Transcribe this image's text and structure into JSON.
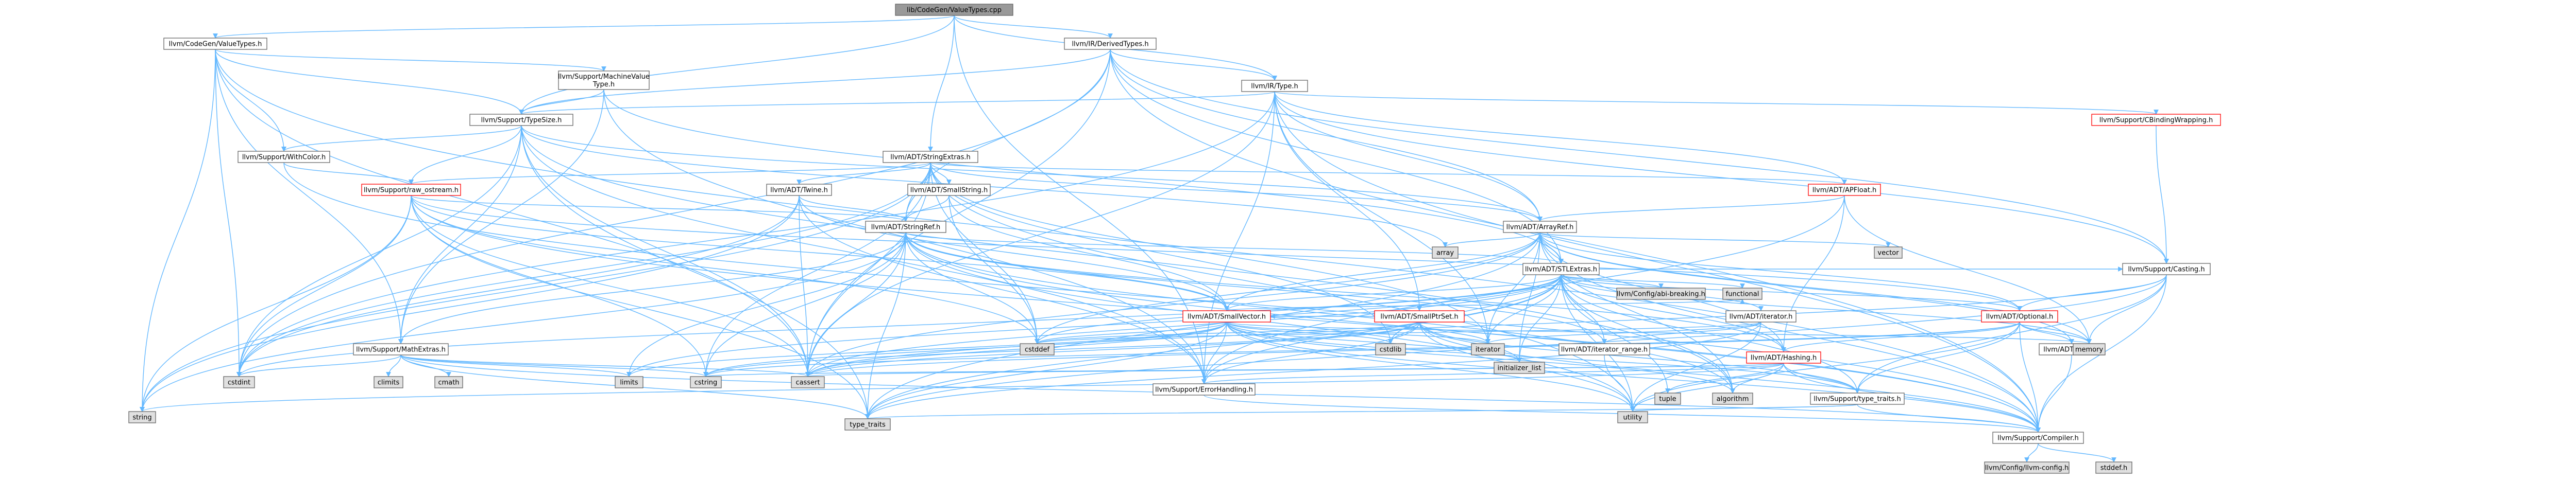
{
  "colors": {
    "root_fill": "#999999",
    "node_fill": "#ffffff",
    "system_fill": "#e0e0e0",
    "node_border": "#666666",
    "truncated_border": "#ff0000",
    "edge": "#63b8ff"
  },
  "nodes": [
    {
      "id": "root",
      "label": "lib/CodeGen/ValueTypes.cpp",
      "kind": "root"
    },
    {
      "id": "cgvt",
      "label": "llvm/CodeGen/ValueTypes.h",
      "kind": "node"
    },
    {
      "id": "derived",
      "label": "llvm/IR/DerivedTypes.h",
      "kind": "node"
    },
    {
      "id": "mvt",
      "label": "llvm/Support/MachineValue",
      "label2": "Type.h",
      "kind": "node"
    },
    {
      "id": "irtype",
      "label": "llvm/IR/Type.h",
      "kind": "node"
    },
    {
      "id": "typesize",
      "label": "llvm/Support/TypeSize.h",
      "kind": "node"
    },
    {
      "id": "cbw",
      "label": "llvm/Support/CBindingWrapping.h",
      "kind": "trunc"
    },
    {
      "id": "withcolor",
      "label": "llvm/Support/WithColor.h",
      "kind": "node"
    },
    {
      "id": "strext",
      "label": "llvm/ADT/StringExtras.h",
      "kind": "node"
    },
    {
      "id": "apfloat",
      "label": "llvm/ADT/APFloat.h",
      "kind": "trunc"
    },
    {
      "id": "rawos",
      "label": "llvm/Support/raw_ostream.h",
      "kind": "trunc"
    },
    {
      "id": "twine",
      "label": "llvm/ADT/Twine.h",
      "kind": "node"
    },
    {
      "id": "smallstr",
      "label": "llvm/ADT/SmallString.h",
      "kind": "node"
    },
    {
      "id": "arrayref",
      "label": "llvm/ADT/ArrayRef.h",
      "kind": "node"
    },
    {
      "id": "stringref",
      "label": "llvm/ADT/StringRef.h",
      "kind": "node"
    },
    {
      "id": "array",
      "label": "array",
      "kind": "sys"
    },
    {
      "id": "vector",
      "label": "vector",
      "kind": "sys"
    },
    {
      "id": "stlext",
      "label": "llvm/ADT/STLExtras.h",
      "kind": "node"
    },
    {
      "id": "casting",
      "label": "llvm/Support/Casting.h",
      "kind": "node"
    },
    {
      "id": "cfgabi",
      "label": "llvm/Config/abi-breaking.h",
      "kind": "sys"
    },
    {
      "id": "functional",
      "label": "functional",
      "kind": "sys"
    },
    {
      "id": "smallvec",
      "label": "llvm/ADT/SmallVector.h",
      "kind": "trunc"
    },
    {
      "id": "smallptrset",
      "label": "llvm/ADT/SmallPtrSet.h",
      "kind": "trunc"
    },
    {
      "id": "iterator",
      "label": "llvm/ADT/iterator.h",
      "kind": "node"
    },
    {
      "id": "optional",
      "label": "llvm/ADT/Optional.h",
      "kind": "trunc"
    },
    {
      "id": "mathext",
      "label": "llvm/Support/MathExtras.h",
      "kind": "node"
    },
    {
      "id": "itrange",
      "label": "llvm/ADT/iterator_range.h",
      "kind": "node"
    },
    {
      "id": "hashing",
      "label": "llvm/ADT/Hashing.h",
      "kind": "trunc"
    },
    {
      "id": "none",
      "label": "llvm/ADT/None.h",
      "kind": "node"
    },
    {
      "id": "errh",
      "label": "llvm/Support/ErrorHandling.h",
      "kind": "node"
    },
    {
      "id": "typetraits",
      "label": "llvm/Support/type_traits.h",
      "kind": "node"
    },
    {
      "id": "compiler",
      "label": "llvm/Support/Compiler.h",
      "kind": "node"
    },
    {
      "id": "llvmcfg",
      "label": "llvm/Config/llvm-config.h",
      "kind": "sys"
    },
    {
      "id": "stddef",
      "label": "stddef.h",
      "kind": "sys"
    },
    {
      "id": "cstddef",
      "label": "cstddef",
      "kind": "sys"
    },
    {
      "id": "cstdint",
      "label": "cstdint",
      "kind": "sys"
    },
    {
      "id": "cassert",
      "label": "cassert",
      "kind": "sys"
    },
    {
      "id": "cstring",
      "label": "cstring",
      "kind": "sys"
    },
    {
      "id": "string",
      "label": "string",
      "kind": "sys"
    },
    {
      "id": "utility",
      "label": "utility",
      "kind": "sys"
    },
    {
      "id": "memory",
      "label": "memory",
      "kind": "sys"
    },
    {
      "id": "type_traits",
      "label": "type_traits",
      "kind": "sys"
    },
    {
      "id": "iterator_h",
      "label": "iterator",
      "kind": "sys"
    },
    {
      "id": "cstdlib",
      "label": "cstdlib",
      "kind": "sys"
    },
    {
      "id": "initlist",
      "label": "initializer_list",
      "kind": "sys"
    },
    {
      "id": "algorithm",
      "label": "algorithm",
      "kind": "sys"
    },
    {
      "id": "tuple",
      "label": "tuple",
      "kind": "sys"
    },
    {
      "id": "limits",
      "label": "limits",
      "kind": "sys"
    },
    {
      "id": "climits",
      "label": "climits",
      "kind": "sys"
    },
    {
      "id": "cmath",
      "label": "cmath",
      "kind": "sys"
    }
  ],
  "edges": [
    [
      "root",
      "cgvt"
    ],
    [
      "root",
      "derived"
    ],
    [
      "root",
      "irtype"
    ],
    [
      "root",
      "typesize"
    ],
    [
      "root",
      "strext"
    ],
    [
      "root",
      "errh"
    ],
    [
      "cgvt",
      "mvt"
    ],
    [
      "cgvt",
      "typesize"
    ],
    [
      "cgvt",
      "withcolor"
    ],
    [
      "cgvt",
      "mathext"
    ],
    [
      "cgvt",
      "cassert"
    ],
    [
      "cgvt",
      "cstdint"
    ],
    [
      "cgvt",
      "string"
    ],
    [
      "cgvt",
      "compiler"
    ],
    [
      "derived",
      "irtype"
    ],
    [
      "derived",
      "arrayref"
    ],
    [
      "derived",
      "stlext"
    ],
    [
      "derived",
      "stringref"
    ],
    [
      "derived",
      "typesize"
    ],
    [
      "derived",
      "casting"
    ],
    [
      "derived",
      "compiler"
    ],
    [
      "derived",
      "cassert"
    ],
    [
      "derived",
      "cstdint"
    ],
    [
      "mvt",
      "typesize"
    ],
    [
      "mvt",
      "errh"
    ],
    [
      "mvt",
      "mathext"
    ],
    [
      "mvt",
      "stlext"
    ],
    [
      "irtype",
      "arrayref"
    ],
    [
      "irtype",
      "cbw"
    ],
    [
      "irtype",
      "casting"
    ],
    [
      "irtype",
      "compiler"
    ],
    [
      "irtype",
      "errh"
    ],
    [
      "irtype",
      "typesize"
    ],
    [
      "irtype",
      "cassert"
    ],
    [
      "irtype",
      "cstdint"
    ],
    [
      "irtype",
      "iterator_h"
    ],
    [
      "irtype",
      "apfloat"
    ],
    [
      "irtype",
      "smallptrset"
    ],
    [
      "typesize",
      "errh"
    ],
    [
      "typesize",
      "mathext"
    ],
    [
      "typesize",
      "rawos"
    ],
    [
      "typesize",
      "withcolor"
    ],
    [
      "typesize",
      "algorithm"
    ],
    [
      "typesize",
      "array"
    ],
    [
      "typesize",
      "cassert"
    ],
    [
      "typesize",
      "cstdint"
    ],
    [
      "typesize",
      "type_traits"
    ],
    [
      "typesize",
      "arrayref"
    ],
    [
      "cbw",
      "casting"
    ],
    [
      "withcolor",
      "rawos"
    ],
    [
      "withcolor",
      "compiler"
    ],
    [
      "strext",
      "apfloat"
    ],
    [
      "strext",
      "arrayref"
    ],
    [
      "strext",
      "smallstr"
    ],
    [
      "strext",
      "stringref"
    ],
    [
      "strext",
      "twine"
    ],
    [
      "strext",
      "cassert"
    ],
    [
      "strext",
      "cstddef"
    ],
    [
      "strext",
      "cstdint"
    ],
    [
      "strext",
      "cstdlib"
    ],
    [
      "strext",
      "cstring"
    ],
    [
      "strext",
      "iterator_h"
    ],
    [
      "strext",
      "string"
    ],
    [
      "strext",
      "utility"
    ],
    [
      "strext",
      "rawos"
    ],
    [
      "apfloat",
      "arrayref"
    ],
    [
      "apfloat",
      "errh"
    ],
    [
      "apfloat",
      "memory"
    ],
    [
      "apfloat",
      "hashing"
    ],
    [
      "rawos",
      "stringref"
    ],
    [
      "rawos",
      "cassert"
    ],
    [
      "rawos",
      "cstddef"
    ],
    [
      "rawos",
      "cstdint"
    ],
    [
      "rawos",
      "cstring"
    ],
    [
      "rawos",
      "string"
    ],
    [
      "rawos",
      "type_traits"
    ],
    [
      "rawos",
      "compiler"
    ],
    [
      "rawos",
      "optional"
    ],
    [
      "rawos",
      "smallvec"
    ],
    [
      "twine",
      "smallvec"
    ],
    [
      "twine",
      "stringref"
    ],
    [
      "twine",
      "errh"
    ],
    [
      "twine",
      "cassert"
    ],
    [
      "twine",
      "cstdint"
    ],
    [
      "twine",
      "string"
    ],
    [
      "smallstr",
      "smallvec"
    ],
    [
      "smallstr",
      "stringref"
    ],
    [
      "smallstr",
      "cstddef"
    ],
    [
      "arrayref",
      "hashing"
    ],
    [
      "arrayref",
      "none"
    ],
    [
      "arrayref",
      "smallvec"
    ],
    [
      "arrayref",
      "stlext"
    ],
    [
      "arrayref",
      "compiler"
    ],
    [
      "arrayref",
      "algorithm"
    ],
    [
      "arrayref",
      "array"
    ],
    [
      "arrayref",
      "cassert"
    ],
    [
      "arrayref",
      "cstddef"
    ],
    [
      "arrayref",
      "initlist"
    ],
    [
      "arrayref",
      "iterator_h"
    ],
    [
      "arrayref",
      "memory"
    ],
    [
      "arrayref",
      "type_traits"
    ],
    [
      "arrayref",
      "vector"
    ],
    [
      "arrayref",
      "optional"
    ],
    [
      "stringref",
      "stlext"
    ],
    [
      "stringref",
      "itrange"
    ],
    [
      "stringref",
      "compiler"
    ],
    [
      "stringref",
      "algorithm"
    ],
    [
      "stringref",
      "cassert"
    ],
    [
      "stringref",
      "cstddef"
    ],
    [
      "stringref",
      "cstring"
    ],
    [
      "stringref",
      "limits"
    ],
    [
      "stringref",
      "string"
    ],
    [
      "stringref",
      "type_traits"
    ],
    [
      "stringref",
      "utility"
    ],
    [
      "stringref",
      "smallvec"
    ],
    [
      "stringref",
      "mathext"
    ],
    [
      "stringref",
      "hashing"
    ],
    [
      "stlext",
      "casting"
    ],
    [
      "stlext",
      "cfgabi"
    ],
    [
      "stlext",
      "functional"
    ],
    [
      "stlext",
      "iterator"
    ],
    [
      "stlext",
      "itrange"
    ],
    [
      "stlext",
      "errh"
    ],
    [
      "stlext",
      "algorithm"
    ],
    [
      "stlext",
      "cassert"
    ],
    [
      "stlext",
      "cstddef"
    ],
    [
      "stlext",
      "cstdint"
    ],
    [
      "stlext",
      "cstdlib"
    ],
    [
      "stlext",
      "initlist"
    ],
    [
      "stlext",
      "iterator_h"
    ],
    [
      "stlext",
      "limits"
    ],
    [
      "stlext",
      "memory"
    ],
    [
      "stlext",
      "tuple"
    ],
    [
      "stlext",
      "type_traits"
    ],
    [
      "stlext",
      "utility"
    ],
    [
      "stlext",
      "hashing"
    ],
    [
      "stlext",
      "optional"
    ],
    [
      "stlext",
      "smallvec"
    ],
    [
      "stlext",
      "typetraits"
    ],
    [
      "casting",
      "typetraits"
    ],
    [
      "casting",
      "compiler"
    ],
    [
      "casting",
      "cassert"
    ],
    [
      "casting",
      "memory"
    ],
    [
      "casting",
      "type_traits"
    ],
    [
      "casting",
      "optional"
    ],
    [
      "smallvec",
      "compiler"
    ],
    [
      "smallvec",
      "typetraits"
    ],
    [
      "smallvec",
      "algorithm"
    ],
    [
      "smallvec",
      "cassert"
    ],
    [
      "smallvec",
      "cstddef"
    ],
    [
      "smallvec",
      "cstdlib"
    ],
    [
      "smallvec",
      "cstring"
    ],
    [
      "smallvec",
      "functional"
    ],
    [
      "smallvec",
      "initlist"
    ],
    [
      "smallvec",
      "iterator_h"
    ],
    [
      "smallvec",
      "limits"
    ],
    [
      "smallvec",
      "memory"
    ],
    [
      "smallvec",
      "new"
    ],
    [
      "smallvec",
      "type_traits"
    ],
    [
      "smallvec",
      "utility"
    ],
    [
      "smallvec",
      "errh"
    ],
    [
      "smallptrset",
      "compiler"
    ],
    [
      "smallptrset",
      "typetraits"
    ],
    [
      "smallptrset",
      "cassert"
    ],
    [
      "smallptrset",
      "cstddef"
    ],
    [
      "smallptrset",
      "cstdlib"
    ],
    [
      "smallptrset",
      "cstring"
    ],
    [
      "smallptrset",
      "initlist"
    ],
    [
      "smallptrset",
      "iterator_h"
    ],
    [
      "smallptrset",
      "utility"
    ],
    [
      "smallptrset",
      "errh"
    ],
    [
      "smallptrset",
      "smallvec"
    ],
    [
      "iterator",
      "itrange"
    ],
    [
      "iterator",
      "cstddef"
    ],
    [
      "iterator",
      "iterator_h"
    ],
    [
      "iterator",
      "type_traits"
    ],
    [
      "iterator",
      "utility"
    ],
    [
      "optional",
      "hashing"
    ],
    [
      "optional",
      "none"
    ],
    [
      "optional",
      "compiler"
    ],
    [
      "optional",
      "typetraits"
    ],
    [
      "optional",
      "cassert"
    ],
    [
      "optional",
      "cstring"
    ],
    [
      "optional",
      "new"
    ],
    [
      "optional",
      "utility"
    ],
    [
      "optional",
      "memory"
    ],
    [
      "mathext",
      "compiler"
    ],
    [
      "mathext",
      "cassert"
    ],
    [
      "mathext",
      "climits"
    ],
    [
      "mathext",
      "cmath"
    ],
    [
      "mathext",
      "cstdint"
    ],
    [
      "mathext",
      "cstring"
    ],
    [
      "mathext",
      "limits"
    ],
    [
      "mathext",
      "type_traits"
    ],
    [
      "itrange",
      "utility"
    ],
    [
      "hashing",
      "errh"
    ],
    [
      "hashing",
      "compiler"
    ],
    [
      "hashing",
      "typetraits"
    ],
    [
      "hashing",
      "algorithm"
    ],
    [
      "hashing",
      "cassert"
    ],
    [
      "hashing",
      "cstring"
    ],
    [
      "hashing",
      "string"
    ],
    [
      "hashing",
      "tuple"
    ],
    [
      "hashing",
      "utility"
    ],
    [
      "none",
      "compiler"
    ],
    [
      "errh",
      "compiler"
    ],
    [
      "typetraits",
      "compiler"
    ],
    [
      "typetraits",
      "type_traits"
    ],
    [
      "typetraits",
      "utility"
    ],
    [
      "compiler",
      "llvmcfg"
    ],
    [
      "compiler",
      "stddef"
    ]
  ]
}
